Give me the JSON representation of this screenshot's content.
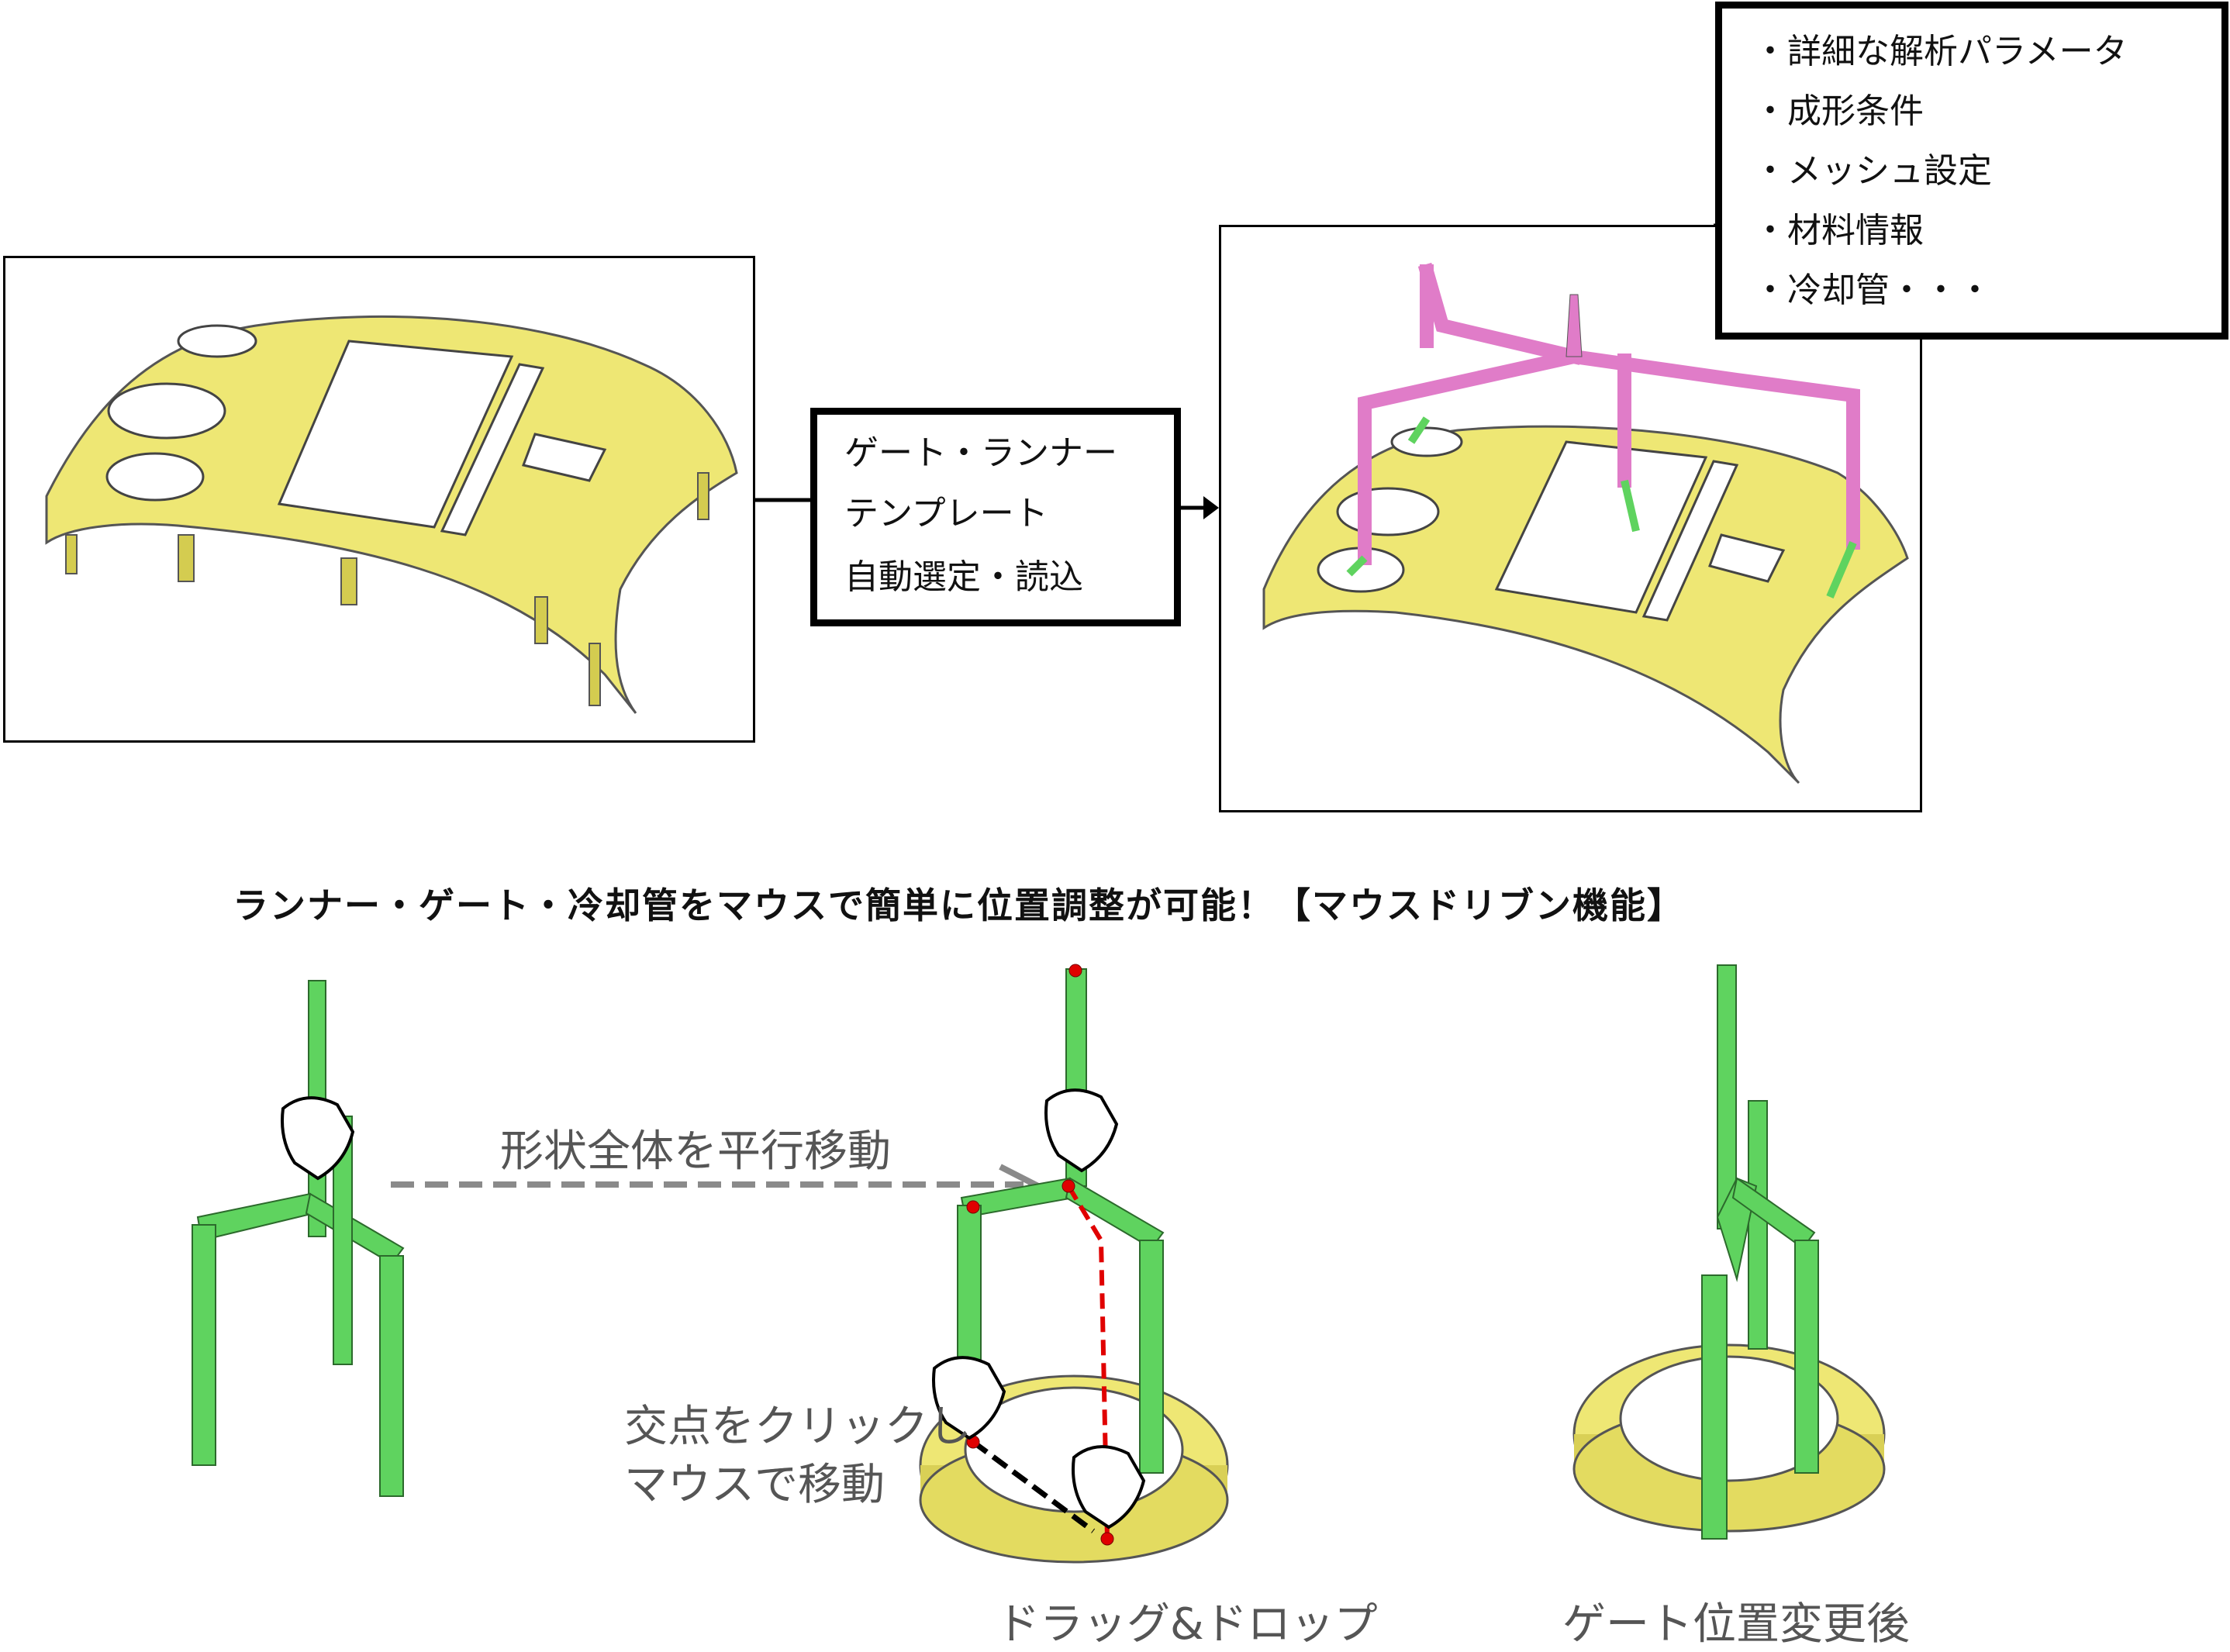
{
  "template_box": {
    "lines": [
      "ゲート・ランナー",
      "テンプレート",
      "自動選定・読込"
    ]
  },
  "info_box": {
    "items": [
      "・詳細な解析パラメータ",
      "・成形条件",
      "・メッシュ設定",
      "・材料情報",
      "・冷却管・・・"
    ]
  },
  "heading": "ランナー・ゲート・冷却管をマウスで簡単に位置調整が可能！【マウスドリブン機能】",
  "steps": {
    "move_all": "形状全体を平行移動",
    "click_line1": "交点をクリックし",
    "click_line2": "マウスで移動",
    "drag_drop": "ドラッグ&ドロップ",
    "after": "ゲート位置変更後"
  },
  "colors": {
    "part_yellow": "#EEE774",
    "runner_pink": "#E07CC8",
    "runner_green": "#5FD35F",
    "marker_red": "#E00000"
  }
}
